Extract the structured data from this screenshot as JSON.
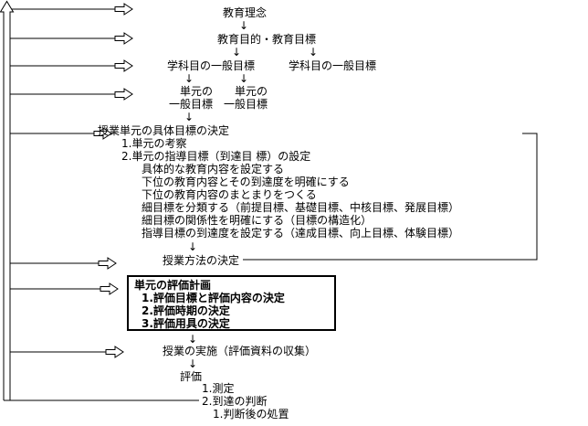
{
  "colors": {
    "line": "#000000",
    "text": "#000000",
    "background": "#ffffff",
    "box_border": "#000000"
  },
  "glyphs": {
    "down_arrow": "↓"
  },
  "flow": {
    "philosophy": "教育理念",
    "purpose_goals": "教育目的・教育目標",
    "subject_goal_left": "学科目の一般目標",
    "subject_goal_right": "学科目の一般目標",
    "unit_left_line1": "単元の",
    "unit_left_line2": "一般目標",
    "unit_right_line1": "単元の",
    "unit_right_line2": "一般目標",
    "concrete": {
      "title": "授業単元の具体目標の決定",
      "item1": "1.単元の考察",
      "item2": "2.単元の指導目標（到達目 標）の設定",
      "sub": [
        "具体的な教育内容を設定する",
        "下位の教育内容とその到達度を明確にする",
        "下位の教育内容のまとまりをつくる",
        "細目標を分類する（前提目標、基礎目標、中核目標、発展目標）",
        "細目標の関係性を明確にする（目標の構造化）",
        "指導目標の到達度を設定する（達成目標、向上目標、体験目標）"
      ]
    },
    "method": "授業方法の決定",
    "eval_plan": {
      "title": "単元の評価計画",
      "items": [
        "1.評価目標と評価内容の決定",
        "2.評価時期の決定",
        "3.評価用具の決定"
      ]
    },
    "implementation": "授業の実施（評価資料の収集）",
    "evaluation": {
      "title": "評価",
      "item1": "1.測定",
      "item2": "2.到達の判断",
      "item3": "1.判断後の処置"
    }
  }
}
